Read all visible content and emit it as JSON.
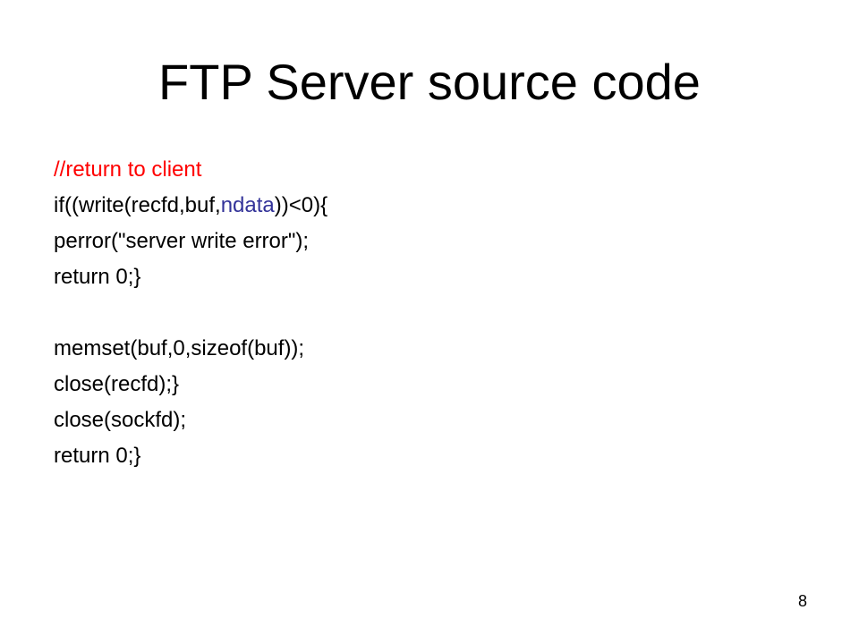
{
  "slide": {
    "title": "FTP Server source code",
    "page_number": "8",
    "colors": {
      "text": "#000000",
      "comment": "#ff0000",
      "highlight": "#333399",
      "background": "#ffffff"
    },
    "code": {
      "comment": "//return to client",
      "line_write_prefix": "if((write(recfd,buf,",
      "line_write_highlight": "ndata",
      "line_write_suffix": "))<0){",
      "line_perror": "perror(\"server write error\");",
      "line_return_inner": "return 0;}",
      "line_memset": "memset(buf,0,sizeof(buf));",
      "line_close_recfd": "close(recfd);}",
      "line_close_sockfd": "close(sockfd);",
      "line_return_outer": "return 0;}"
    }
  }
}
